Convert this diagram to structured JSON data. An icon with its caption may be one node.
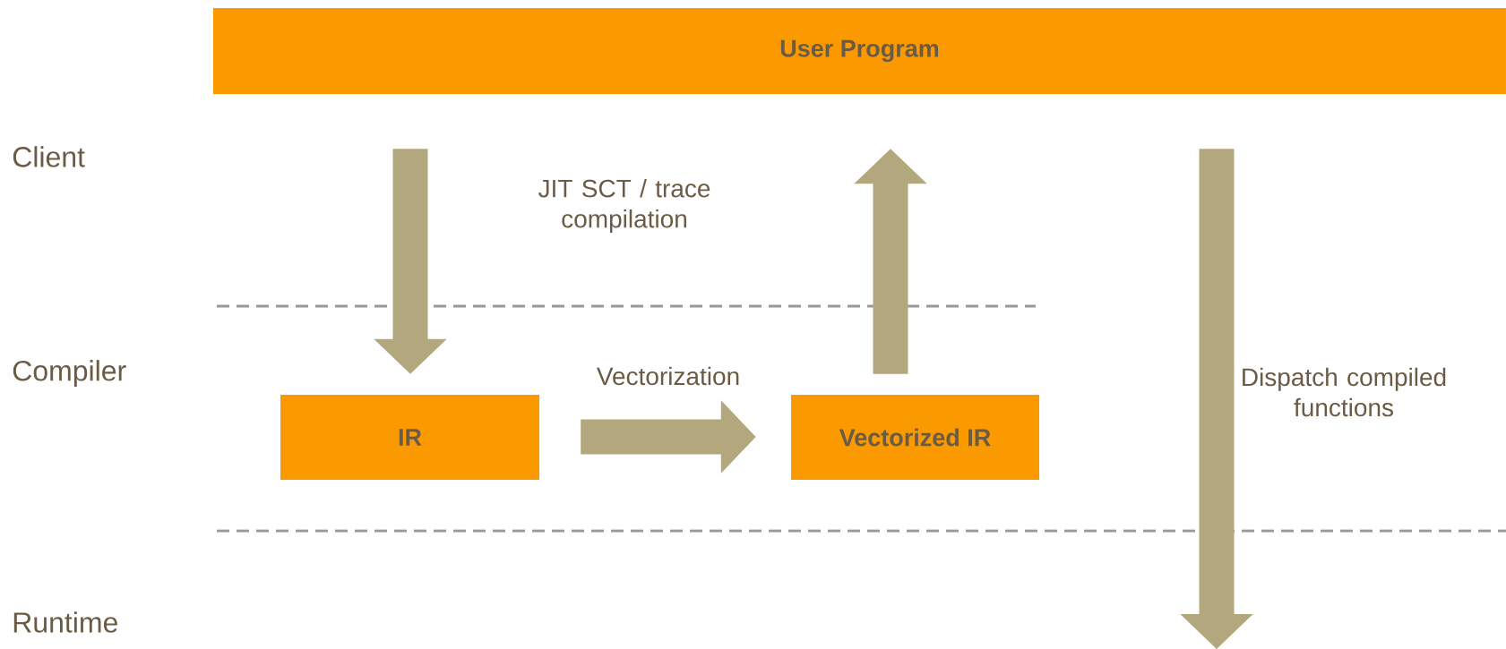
{
  "diagram": {
    "nodes": [
      {
        "text": [
          "User Program"
        ]
      },
      {
        "text": [
          "IR"
        ]
      },
      {
        "text": [
          "Vectorized IR"
        ]
      }
    ],
    "edges": [
      {
        "from": 0,
        "to": 1,
        "arrow": "to"
      },
      {
        "from": 1,
        "to": 2,
        "arrow": "to",
        "label": "Vectorization"
      },
      {
        "from": 2,
        "to": 0,
        "arrow": "to"
      },
      {
        "from": 0,
        "to": null,
        "arrow": "to",
        "label": "Dispatch compiled functions"
      }
    ],
    "labels": [
      "Client",
      "JIT SCT / trace compilation",
      "Compiler",
      "Runtime"
    ]
  }
}
